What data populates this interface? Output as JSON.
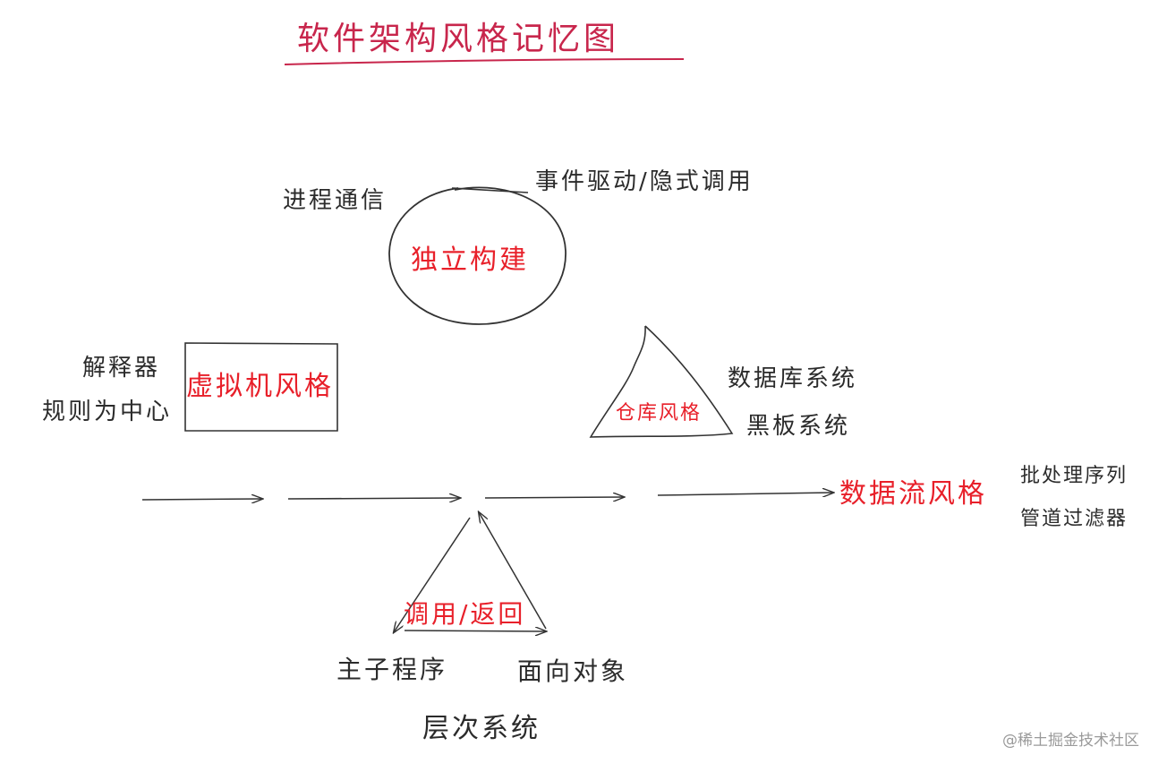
{
  "title": "软件架构风格记忆图",
  "independent": {
    "label": "独立构建",
    "left_note": "进程通信",
    "right_note": "事件驱动/隐式调用"
  },
  "virtual_machine": {
    "label": "虚拟机风格",
    "note_1": "解释器",
    "note_2": "规则为中心"
  },
  "repository": {
    "label": "仓库风格",
    "note_1": "数据库系统",
    "note_2": "黑板系统"
  },
  "data_flow": {
    "label": "数据流风格",
    "note_1": "批处理序列",
    "note_2": "管道过滤器"
  },
  "call_return": {
    "label": "调用/返回",
    "note_left": "主子程序",
    "note_right": "面向对象",
    "note_bottom": "层次系统"
  },
  "watermark": "@稀土掘金技术社区",
  "colors": {
    "ink": "#2b2b2b",
    "accent_red": "#e8202a",
    "title": "#c8264c"
  }
}
